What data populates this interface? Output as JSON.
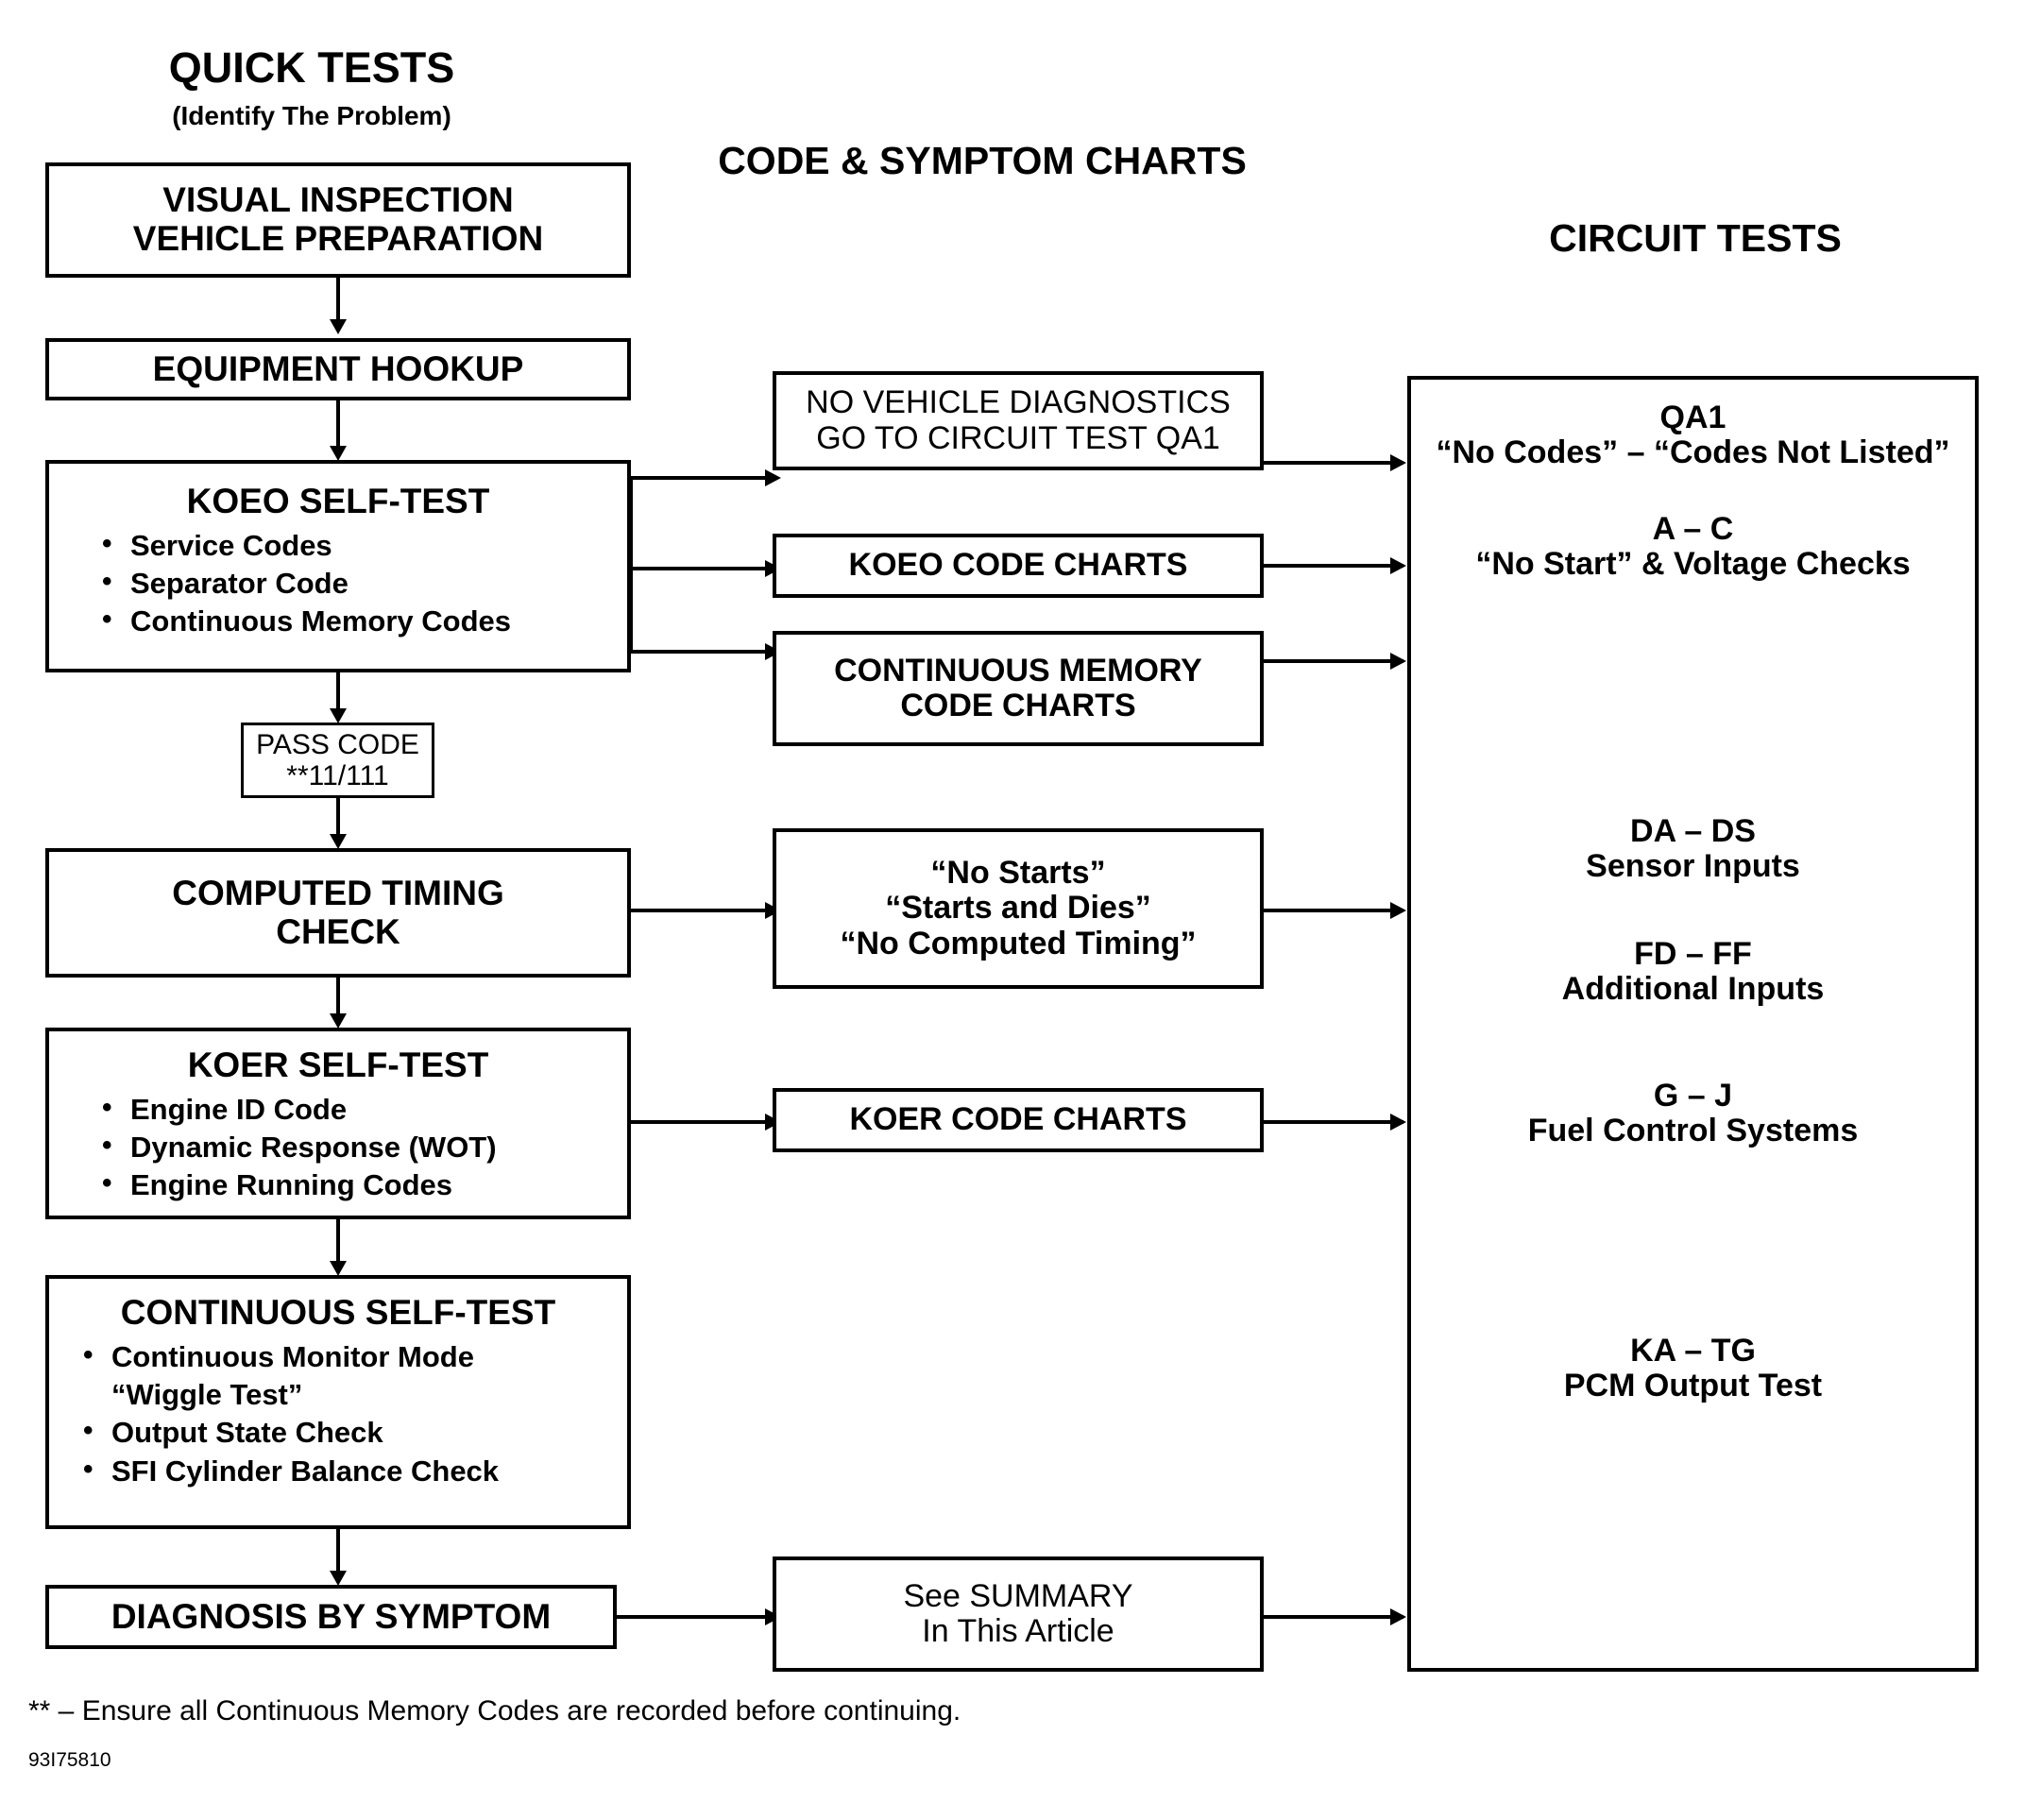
{
  "headings": {
    "quick_tests": "QUICK TESTS",
    "quick_tests_sub": "(Identify The Problem)",
    "code_symptom_charts": "CODE & SYMPTOM CHARTS",
    "circuit_tests": "CIRCUIT TESTS"
  },
  "left_column": {
    "visual_inspection": {
      "line1": "VISUAL INSPECTION",
      "line2": "VEHICLE PREPARATION"
    },
    "equipment_hookup": {
      "title": "EQUIPMENT HOOKUP"
    },
    "koeo_self_test": {
      "title": "KOEO SELF-TEST",
      "bullets": [
        "Service Codes",
        "Separator Code",
        "Continuous Memory Codes"
      ]
    },
    "pass_code": {
      "line1": "PASS CODE",
      "line2": "**11/111"
    },
    "computed_timing": {
      "line1": "COMPUTED TIMING",
      "line2": "CHECK"
    },
    "koer_self_test": {
      "title": "KOER SELF-TEST",
      "bullets": [
        "Engine ID Code",
        "Dynamic Response (WOT)",
        "Engine Running Codes"
      ]
    },
    "continuous_self_test": {
      "title": "CONTINUOUS SELF-TEST",
      "bullets": [
        "Continuous Monitor Mode\n“Wiggle Test”",
        "Output State Check",
        "SFI Cylinder Balance Check"
      ]
    },
    "diagnosis_by_symptom": {
      "title": "DIAGNOSIS BY SYMPTOM"
    }
  },
  "middle_column": {
    "no_vehicle_diagnostics": {
      "line1": "NO VEHICLE DIAGNOSTICS",
      "line2": "GO TO CIRCUIT TEST QA1"
    },
    "koeo_code_charts": {
      "title": "KOEO CODE CHARTS"
    },
    "continuous_memory_code_charts": {
      "line1": "CONTINUOUS MEMORY",
      "line2": "CODE CHARTS"
    },
    "no_starts": {
      "line1": "“No Starts”",
      "line2": "“Starts and Dies”",
      "line3": "“No Computed Timing”"
    },
    "koer_code_charts": {
      "title": "KOER CODE CHARTS"
    },
    "see_summary": {
      "line1": "See SUMMARY",
      "line2": "In This Article"
    }
  },
  "circuit_tests_panel": {
    "entries": [
      {
        "code": "QA1",
        "desc": "“No Codes” – “Codes Not Listed”"
      },
      {
        "code": "A  –  C",
        "desc": "“No Start” & Voltage Checks"
      },
      {
        "code": "DA – DS",
        "desc": "Sensor Inputs"
      },
      {
        "code": "FD  –  FF",
        "desc": "Additional Inputs"
      },
      {
        "code": "G  –  J",
        "desc": "Fuel Control Systems"
      },
      {
        "code": "KA  –  TG",
        "desc": "PCM Output Test"
      }
    ]
  },
  "footnotes": {
    "note": "**  – Ensure all Continuous Memory Codes are recorded before continuing.",
    "figure_id": "93I75810"
  }
}
